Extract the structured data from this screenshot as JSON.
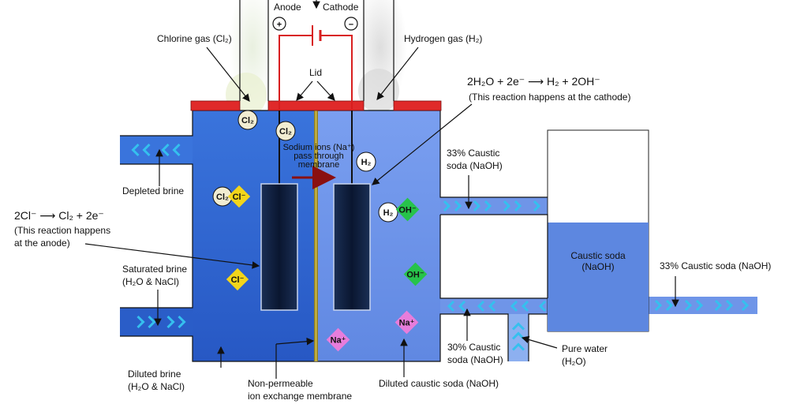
{
  "colors": {
    "anode_side": "#2f66cf",
    "cathode_side": "#6f95e8",
    "electrode": "#0a1a33",
    "lid": "#e02a2a",
    "arrow_chevron": "#35c0ee",
    "wire": "#d81e1e",
    "cl_ion": "#f3d51a",
    "oh_ion": "#27c34a",
    "na_ion": "#e77ddb",
    "molecule": "#f1edd2"
  },
  "circuit": {
    "anode": "Anode",
    "cathode": "Cathode",
    "anode_sign": "+",
    "cathode_sign": "−"
  },
  "labels": {
    "chlorine_gas": "Chlorine gas (Cl₂)",
    "hydrogen_gas": "Hydrogen gas (H₂)",
    "lid": "Lid",
    "depleted_brine": "Depleted brine",
    "saturated_brine_1": "Saturated brine",
    "saturated_brine_2": "(H₂O & NaCl)",
    "diluted_brine_1": "Diluted brine",
    "diluted_brine_2": "(H₂O & NaCl)",
    "membrane_1": "Non-permeable",
    "membrane_2": "ion exchange membrane",
    "diluted_caustic": "Diluted caustic soda (NaOH)",
    "caustic33_top_1": "33% Caustic",
    "caustic33_top_2": "soda (NaOH)",
    "caustic30_1": "30% Caustic",
    "caustic30_2": "soda (NaOH)",
    "pure_water_1": "Pure water",
    "pure_water_2": "(H₂O)",
    "caustic33_right": "33% Caustic soda (NaOH)",
    "tank_1": "Caustic soda",
    "tank_2": "(NaOH)",
    "sodium_1": "Sodium ions (Na⁺)",
    "sodium_2": "pass through",
    "sodium_3": "membrane"
  },
  "equations": {
    "cathode_eq": "2H₂O + 2e⁻ ⟶ H₂ + 2OH⁻",
    "cathode_note": "(This reaction happens at the cathode)",
    "anode_eq": "2Cl⁻ ⟶ Cl₂ + 2e⁻",
    "anode_note_1": "(This reaction happens",
    "anode_note_2": "at the anode)"
  },
  "ions": {
    "cl2": "Cl₂",
    "h2": "H₂",
    "cl_minus": "Cl⁻",
    "oh_minus": "OH⁻",
    "na_plus": "Na⁺"
  }
}
